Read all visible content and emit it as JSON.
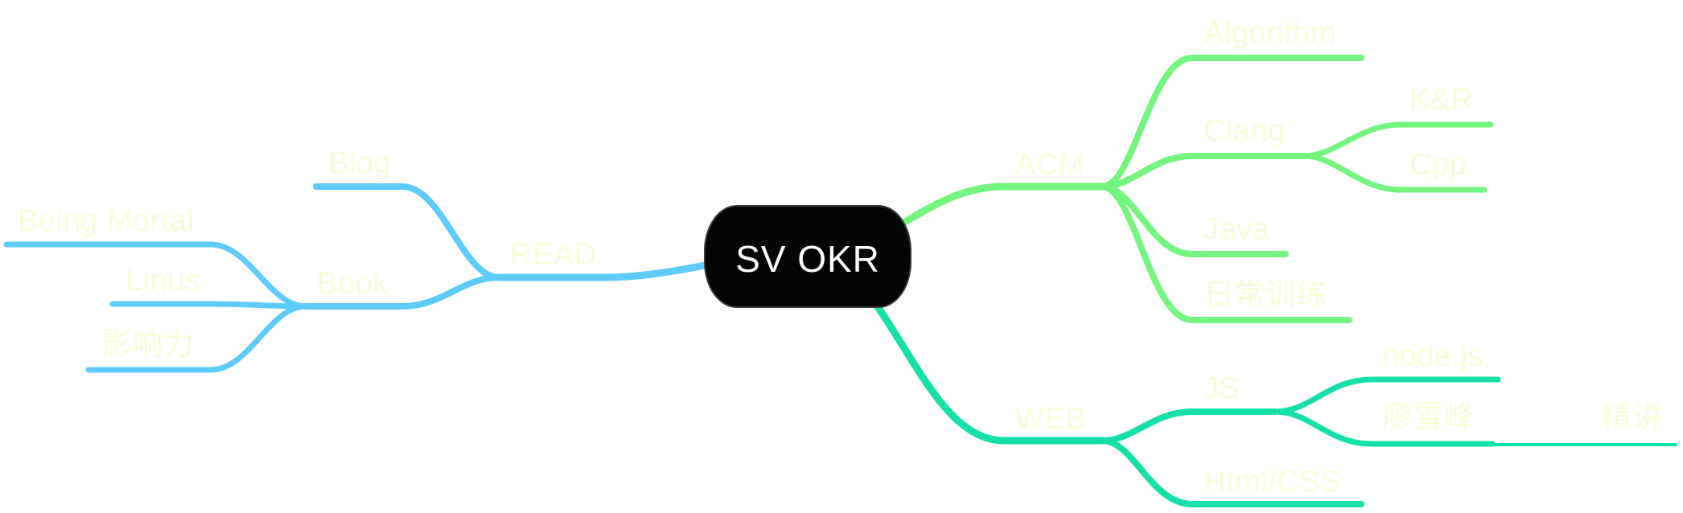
{
  "root": {
    "label": "SV OKR",
    "fill": "#050505"
  },
  "colors": {
    "read": "#5ecbfb",
    "acm": "#74f580",
    "web": "#14e0a8",
    "label": "#fbfcd8"
  },
  "branches": {
    "acm": {
      "label": "ACM",
      "children": {
        "algorithm": "Algorithm",
        "clang": "Clang",
        "kr": "K&R",
        "cpp": "Cpp",
        "java": "Java",
        "daily": "日常训练"
      }
    },
    "web": {
      "label": "WEB",
      "children": {
        "js": "JS",
        "nodejs": "node.js",
        "tutorial": "廖雪峰",
        "loop": "精讲",
        "htmlcss": "Html/CSS"
      }
    },
    "read": {
      "label": "READ",
      "children": {
        "blog": "Blog",
        "book": "Book",
        "being_mortal": "Being Mortal",
        "linus": "Linus",
        "influence": "影响力"
      }
    }
  }
}
